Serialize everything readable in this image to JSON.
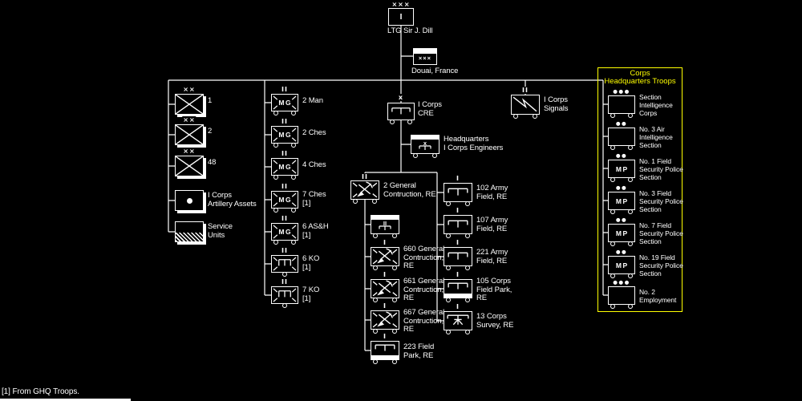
{
  "colors": {
    "background": "#000000",
    "line": "#ffffff",
    "text": "#ffffff",
    "panel_border": "#ffff00",
    "panel_title": "#ffff00"
  },
  "root_unit": {
    "size_mark": "×××",
    "echelon_text": "I",
    "label": "LTG Sir J. Dill"
  },
  "hq_location": {
    "symbol_text": "×××",
    "label": "Douai, France"
  },
  "divisions": {
    "items": [
      {
        "size_mark": "××",
        "label_lines": [
          "1"
        ]
      },
      {
        "size_mark": "××",
        "label_lines": [
          "2"
        ]
      },
      {
        "size_mark": "××",
        "label_lines": [
          "48"
        ]
      },
      {
        "label_lines": [
          "I Corps",
          "Artillery Assets"
        ]
      },
      {
        "label_lines": [
          "Service",
          "Units"
        ]
      }
    ]
  },
  "mg_column": {
    "items": [
      {
        "size_mark": "II",
        "symbol_text": "MG",
        "label_lines": [
          "2 Man"
        ]
      },
      {
        "size_mark": "II",
        "symbol_text": "MG",
        "label_lines": [
          "2 Ches"
        ]
      },
      {
        "size_mark": "II",
        "symbol_text": "MG",
        "label_lines": [
          "4 Ches"
        ]
      },
      {
        "size_mark": "II",
        "symbol_text": "MG",
        "label_lines": [
          "7 Ches",
          "[1]"
        ]
      },
      {
        "size_mark": "II",
        "symbol_text": "MG",
        "label_lines": [
          "6 AS&H",
          "[1]"
        ]
      },
      {
        "size_mark": "II",
        "label_lines": [
          "6 KO",
          "[1]"
        ]
      },
      {
        "size_mark": "II",
        "label_lines": [
          "7 KO",
          "[1]"
        ]
      }
    ]
  },
  "cre": {
    "size_mark": "x",
    "label_lines": [
      "I Corps",
      "CRE"
    ]
  },
  "hq_engineers": {
    "echelon_text": "x",
    "label_lines": [
      "Headquarters",
      "I Corps Engineers"
    ]
  },
  "construction": {
    "items": [
      {
        "size_mark": "II",
        "label_lines": [
          "2 General",
          "Contruction, RE"
        ]
      },
      {
        "echelon_text": "II"
      },
      {
        "size_mark": "I",
        "label_lines": [
          "660 General",
          "Contruction,",
          "RE"
        ]
      },
      {
        "size_mark": "I",
        "label_lines": [
          "661 General",
          "Contruction,",
          "RE"
        ]
      },
      {
        "size_mark": "I",
        "label_lines": [
          "667 General",
          "Contruction,",
          "RE"
        ]
      },
      {
        "size_mark": "I",
        "label_lines": [
          "223 Field",
          "Park, RE"
        ]
      }
    ]
  },
  "field": {
    "items": [
      {
        "size_mark": "I",
        "label_lines": [
          "102 Army",
          "Field, RE"
        ]
      },
      {
        "size_mark": "I",
        "label_lines": [
          "107 Army",
          "Field, RE"
        ]
      },
      {
        "size_mark": "I",
        "label_lines": [
          "221 Army",
          "Field, RE"
        ]
      },
      {
        "size_mark": "I",
        "label_lines": [
          "105 Corps",
          "Field Park,",
          "RE"
        ]
      },
      {
        "size_mark": "I",
        "label_lines": [
          "13 Corps",
          "Survey, RE"
        ]
      }
    ]
  },
  "signals": {
    "size_mark": "II",
    "label_lines": [
      "I Corps",
      "Signals"
    ]
  },
  "panel": {
    "title_lines": [
      "Corps",
      "Headquarters Troops"
    ],
    "items": [
      {
        "dots": "●●●",
        "label_lines": [
          "Section",
          "Intelligence",
          "Corps"
        ]
      },
      {
        "dots": "●●",
        "label_lines": [
          "No. 3 Air",
          "Intelligence",
          "Section"
        ]
      },
      {
        "dots": "●●",
        "symbol_text": "MP",
        "label_lines": [
          "No. 1 Field",
          "Security Police",
          "Section"
        ]
      },
      {
        "dots": "●●",
        "symbol_text": "MP",
        "label_lines": [
          "No. 3 Field",
          "Security Police",
          "Section"
        ]
      },
      {
        "dots": "●●",
        "symbol_text": "MP",
        "label_lines": [
          "No. 7 Field",
          "Security Police",
          "Section"
        ]
      },
      {
        "dots": "●●",
        "symbol_text": "MP",
        "label_lines": [
          "No. 19 Field",
          "Security Police",
          "Section"
        ]
      },
      {
        "dots": "●●●",
        "label_lines": [
          "No. 2",
          "Employment"
        ]
      }
    ]
  },
  "footnote": "[1] From GHQ Troops."
}
